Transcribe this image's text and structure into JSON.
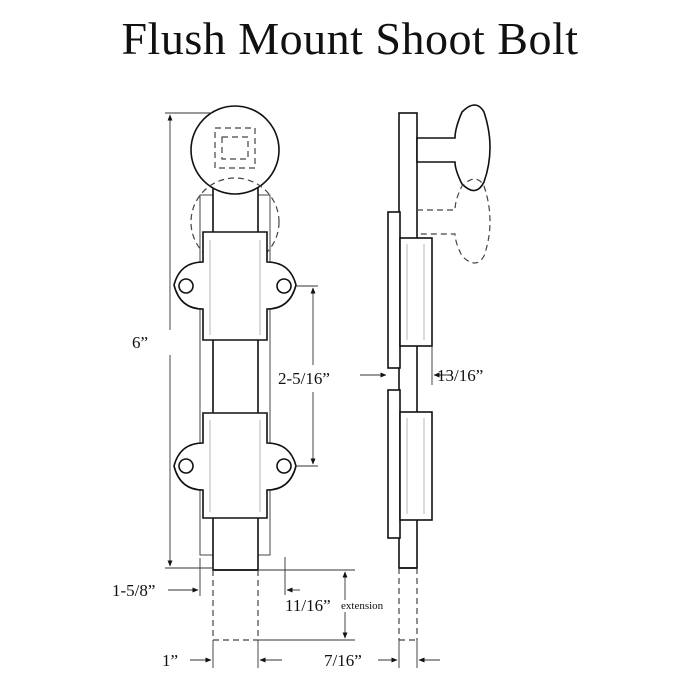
{
  "title": "Flush Mount Shoot Bolt",
  "dimensions": {
    "overall_length": "6”",
    "hole_spacing": "2-5/16”",
    "depth": "13/16”",
    "bolt_width": "1-5/8”",
    "extension": "11/16”",
    "extension_label": "extension",
    "head_width": "1”",
    "bolt_projection": "7/16”"
  }
}
